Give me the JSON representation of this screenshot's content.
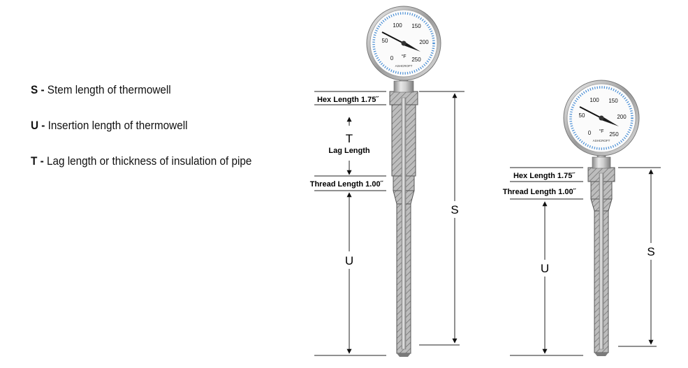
{
  "legend": [
    {
      "key": "S",
      "sep": " - ",
      "text": "Stem length of thermowell"
    },
    {
      "key": "U",
      "sep": " - ",
      "text": "Insertion length of thermowell"
    },
    {
      "key": "T",
      "sep": " - ",
      "text": "Lag length or thickness of insulation of pipe"
    }
  ],
  "gauge": {
    "scale": [
      "0",
      "50",
      "100",
      "150",
      "200",
      "250"
    ],
    "unit": "°F",
    "brand": "ASHCROFT"
  },
  "left_diagram": {
    "hex_label": "Hex Length 1.75˝",
    "t_symbol": "T",
    "lag_label": "Lag Length",
    "thread_label": "Thread Length 1.00˝",
    "u_symbol": "U",
    "s_symbol": "S"
  },
  "right_diagram": {
    "hex_label": "Hex Length 1.75˝",
    "thread_label": "Thread Length 1.00˝",
    "u_symbol": "U",
    "s_symbol": "S"
  },
  "colors": {
    "dial_ring": "#4a8fd6",
    "metal": "#c9c9c9",
    "needle": "#1a1a1a"
  }
}
